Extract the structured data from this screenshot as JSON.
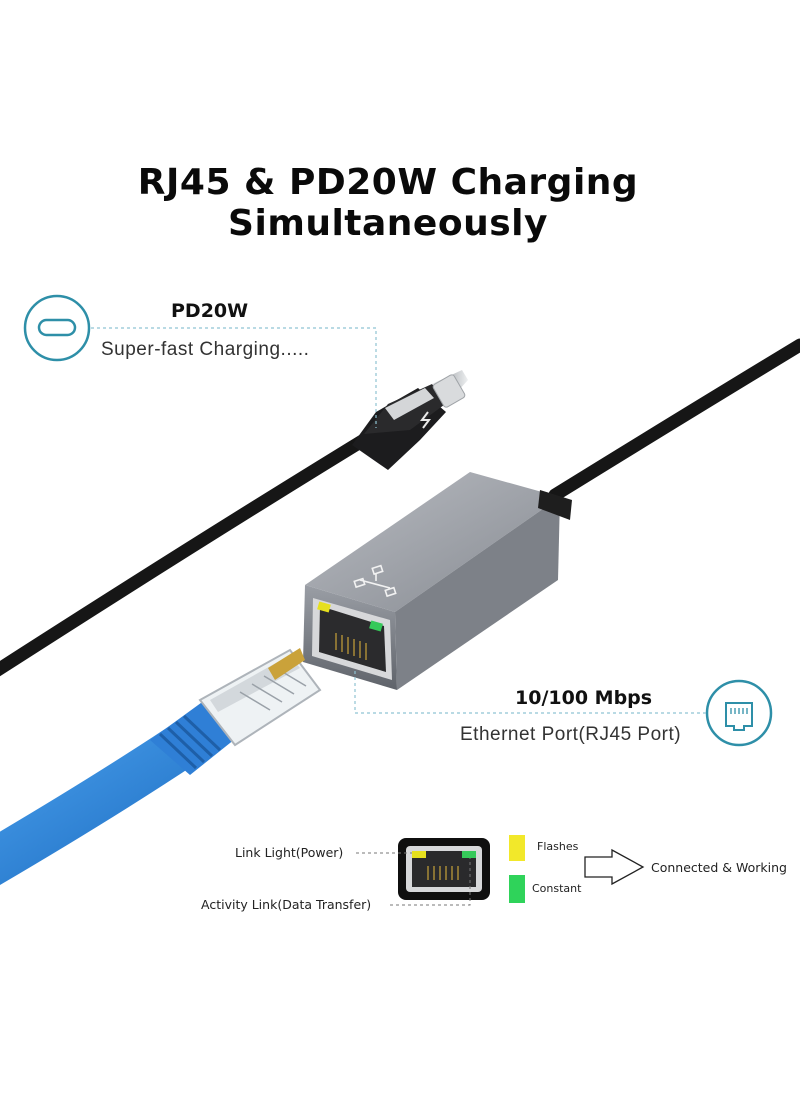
{
  "title": "RJ45 & PD20W Charging Simultaneously",
  "charging": {
    "heading": "PD20W",
    "sub": "Super-fast Charging....."
  },
  "ethernet": {
    "heading": "10/100 Mbps",
    "sub": "Ethernet Port(RJ45 Port)"
  },
  "legend": {
    "link_light": "Link Light(Power)",
    "activity_link": "Activity Link(Data Transfer)",
    "flashes": "Flashes",
    "constant": "Constant",
    "result": "Connected & Working"
  },
  "colors": {
    "accent": "#2e8fa8",
    "flash_led": "#f2e82a",
    "constant_led": "#2fd35a",
    "cable_blue": "#2d7fd6",
    "adapter_gray": "#8a8d94"
  }
}
